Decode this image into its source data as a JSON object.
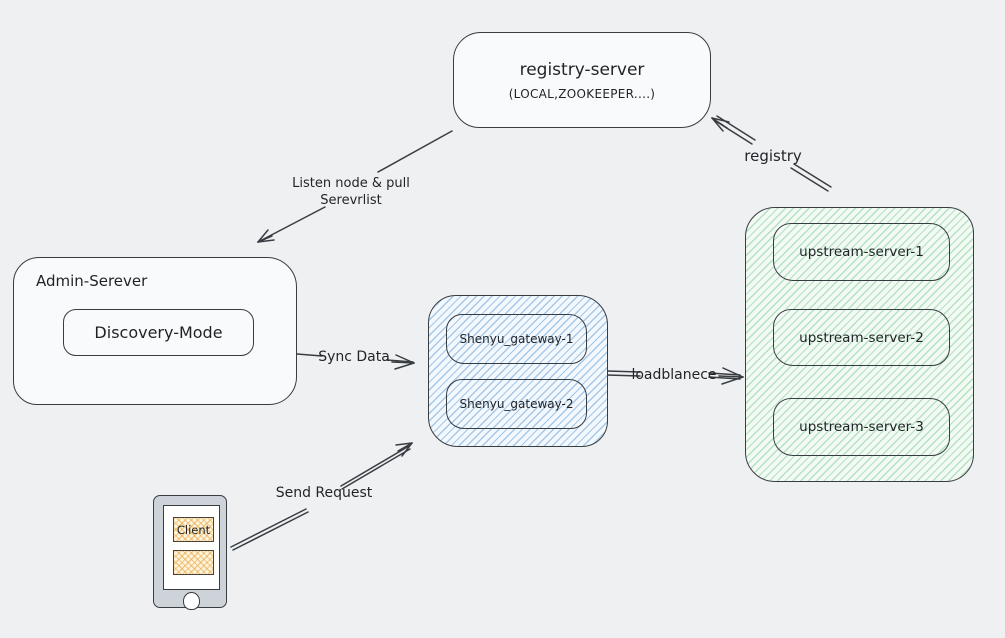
{
  "diagram_title": "ShenYu gateway service-discovery architecture (hand-drawn diagram)",
  "colors": {
    "canvas_bg": "#eff0f2",
    "stroke": "#383d42",
    "node_fill": "#f9fafb",
    "blue_hatch": "#7eafdb",
    "green_hatch": "#7aca96",
    "orange_hatch": "#e9a43e",
    "phone_body": "#ced3d9",
    "screen_fill": "#ffffff"
  },
  "nodes": {
    "registry": {
      "title": "registry-server",
      "subtitle": "(LOCAL,ZOOKEEPER....)"
    },
    "admin": {
      "title": "Admin-Serever",
      "discovery_label": "Discovery-Mode"
    },
    "gateway_cluster": {
      "gateways": [
        {
          "label": "Shenyu_gateway-1"
        },
        {
          "label": "Shenyu_gateway-2"
        }
      ]
    },
    "upstream_cluster": {
      "servers": [
        {
          "label": "upstream-server-1"
        },
        {
          "label": "upstream-server-2"
        },
        {
          "label": "upstream-server-3"
        }
      ]
    },
    "client": {
      "label": "Client"
    }
  },
  "edges": {
    "listen": {
      "line1": "Listen node & pull",
      "line2": "Serevrlist"
    },
    "registry": {
      "label": "registry"
    },
    "sync": {
      "label": "Sync Data"
    },
    "loadbalance": {
      "label": "loadblanece"
    },
    "send": {
      "label": "Send Request"
    }
  }
}
